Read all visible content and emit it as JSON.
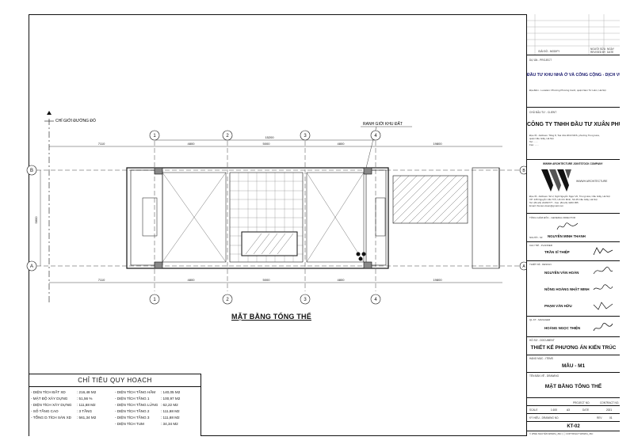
{
  "drawing": {
    "road_boundary_label": "CHỈ GIỚI ĐƯỜNG ĐỎ",
    "land_boundary_label": "RANH GIỚI KHU ĐẤT",
    "plan_title": "MẶT BẰNG TỔNG THỂ",
    "grid_columns": [
      "1",
      "2",
      "3",
      "4"
    ],
    "grid_rows": [
      "B",
      "A"
    ],
    "top_dims": [
      "7110",
      "4800",
      "5000",
      "4800",
      "19800"
    ],
    "total_dim": "15200",
    "bottom_dims": [
      "7110",
      "4800",
      "5000",
      "4800",
      "19800"
    ],
    "side_dim": "5800"
  },
  "planning_table": {
    "title": "CHỈ TIÊU QUY HOẠCH",
    "left": [
      {
        "label": "- DIỆN TÍCH ĐẤT XD",
        "value": ": 216,48 M2"
      },
      {
        "label": "- MẬT ĐỘ XÂY DỰNG",
        "value": ": 51,56 %"
      },
      {
        "label": "- DIỆN TÍCH XÂY DỰNG",
        "value": ": 111,68 M2"
      },
      {
        "label": "- SỐ TẦNG CAO",
        "value": ": 3 TẦNG"
      },
      {
        "label": "- TỔNG D.TÍCH SÀN XD",
        "value": ": 561,34 M2"
      }
    ],
    "right": [
      {
        "label": "- DIỆN TÍCH TẦNG HẦM",
        "value": ": 140,05 M2"
      },
      {
        "label": "- DIỆN TÍCH TẦNG 1",
        "value": ": 100,97 M2"
      },
      {
        "label": "- DIỆN TÍCH TẦNG LỬNG",
        "value": ": 62,22 M2"
      },
      {
        "label": "- DIỆN TÍCH TẦNG 2",
        "value": ": 111,68 M2"
      },
      {
        "label": "- DIỆN TÍCH TẦNG 3",
        "value": ": 111,68 M2"
      },
      {
        "label": "- DIỆN TÍCH TUM",
        "value": ": 34,34 M2"
      }
    ]
  },
  "title_block": {
    "revision_header": "GIẢI ĐỒ - MODIFY",
    "revision_cols": [
      "NGƯỜI SỬA",
      "NGÀY"
    ],
    "revision_cols2": [
      "REVISED BY",
      "DATE"
    ],
    "project_label": "DỰ ÁN - PROJECT",
    "project_name": "ĐẦU TƯ KHU NHÀ Ở VÀ CÔNG CỘNG - DỊCH VỤ",
    "location": "Địa điểm - Location: Phường Phương Canh, quận Nam Từ Liêm, Hà Nội",
    "client_label": "CHỦ ĐẦU TƯ - CLIENT",
    "client_name": "CÔNG TY TNHH ĐẦU TƯ XUÂN PHƯƠNG",
    "client_address1": "Địa chỉ - Address: Tầng 8, Toà nhà 2610 NDS, phường Trung Hoà,",
    "client_address2": "quận Cầu Giấy, Hà Nội",
    "client_tel": "Tel: ......",
    "client_fax": "Fax: ......",
    "firm_name": "WWWH ARCHITECTURE JOINTSTOCK COMPANY",
    "firm_sub": "WWWH ARCHITECTURE",
    "firm_address1": "Địa chỉ - Address: Số 2, Ngõ Nguyễn Ngọc Vũ, Trung Hoà, Cầu Giấy, Hà Nội",
    "firm_address2": "VP: 245 Nguyễn Văn Trỗi, Hồ Chí Minh, Số 45 Cầu Giấy, Hà Nội",
    "firm_tel": "Tel: (84-24) 22463777 - Fax: (84-24) 3200 955",
    "firm_email": "Email: thuvien.duan@gmail.com",
    "director_label": "TỔNG GIÁM ĐỐC - GENERAL DIRECTOR",
    "director_name": "NGUYỄN MINH THANH",
    "director_pre": "NGƯỜI - Mr",
    "chief_label": "CHỦ TRÌ - PLANNER",
    "chief_name": "TRẦN SĨ THIỆP",
    "design_label": "THIẾT KẾ - DESIGN",
    "designers": [
      "NGUYỄN VĂN HOÀN",
      "NÔNG HOÀNG NHẬT MINH",
      "PHẠM VĂN HỮU"
    ],
    "manager_label": "QL KT - MANAGER",
    "manager_name": "HOÀNG NGỌC THIỆN",
    "doc_label": "HỒ SƠ - DOCUMENT",
    "doc_name": "THIẾT KẾ PHƯƠNG ÁN KIẾN TRÚC",
    "item_label": "HẠNG MỤC - ITEMS",
    "item_name": "MẪU - M1",
    "drawing_label": "TÊN BẢN VẼ - DRAWING",
    "drawing_name": "MẶT BẰNG TỔNG THỂ",
    "meta_cols": [
      "PROJECT NO.",
      "CONTRACT NO."
    ],
    "scale_label": "SCALE",
    "scale": "1:100",
    "paper": "A3",
    "date_label": "DATE",
    "year": "2021",
    "sheet_label": "KÝ HIỆU - DRAWING NO.",
    "rev_label": "REV",
    "rev": "01",
    "sheet_no": "KT-02",
    "copyright": "© WWH NGUYỄN WWWH_JSC   |   ⓒ COPYRIGHT WWWH_JSC"
  }
}
